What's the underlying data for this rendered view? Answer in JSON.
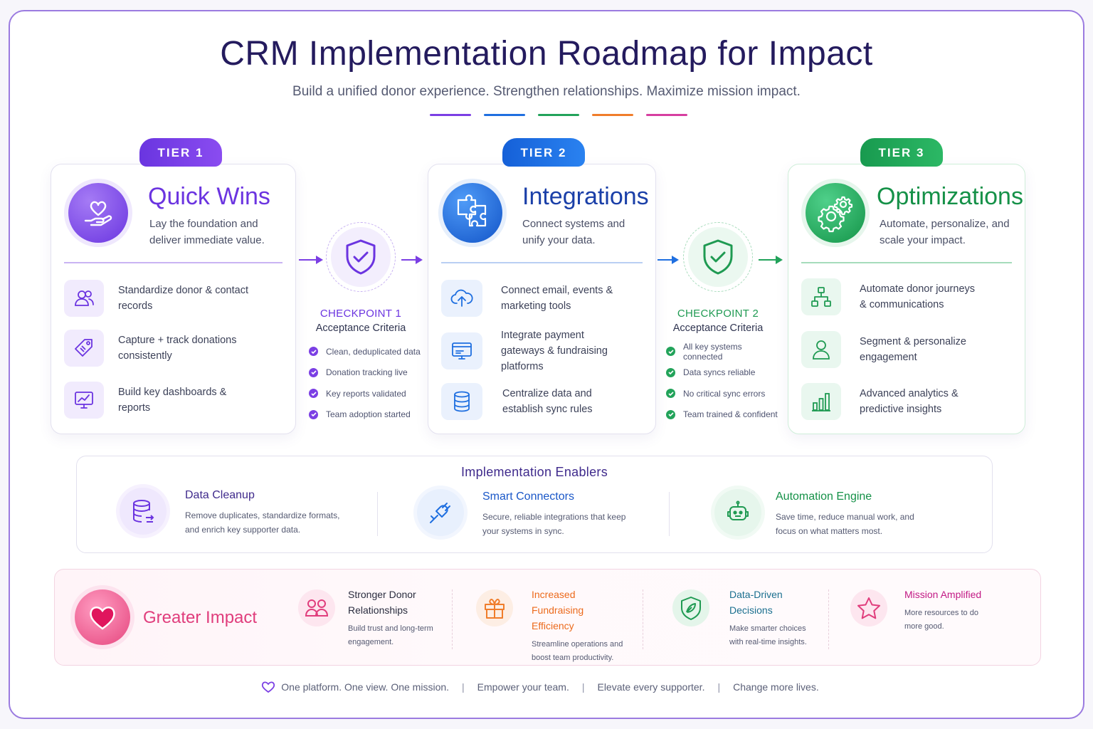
{
  "header": {
    "title": "CRM Implementation Roadmap for Impact",
    "subtitle": "Build a unified donor experience. Strengthen relationships. Maximize mission impact."
  },
  "colors": {
    "purple": "#7b3fe4",
    "blue": "#1f6fe0",
    "green": "#22a35a",
    "orange": "#f07d2b",
    "pink": "#e03d7c",
    "navy": "#241b5e"
  },
  "tiers": [
    {
      "pill": "TIER 1",
      "title": "Quick Wins",
      "desc": "Lay the foundation and deliver immediate value.",
      "icon": "heart-hand-icon",
      "items": [
        {
          "icon": "users-icon",
          "text": "Standardize donor & contact records"
        },
        {
          "icon": "tag-icon",
          "text": "Capture + track donations consistently"
        },
        {
          "icon": "chart-monitor-icon",
          "text": "Build key dashboards & reports"
        }
      ]
    },
    {
      "pill": "TIER 2",
      "title": "Integrations",
      "desc": "Connect systems and unify your data.",
      "icon": "puzzle-icon",
      "items": [
        {
          "icon": "cloud-upload-icon",
          "text": "Connect email, events & marketing tools"
        },
        {
          "icon": "payment-screen-icon",
          "text": "Integrate payment gateways & fundraising platforms"
        },
        {
          "icon": "database-icon",
          "text": "Centralize data and establish sync rules"
        }
      ]
    },
    {
      "pill": "TIER 3",
      "title": "Optimizations",
      "desc": "Automate, personalize, and scale your impact.",
      "icon": "gears-icon",
      "items": [
        {
          "icon": "hierarchy-icon",
          "text": "Automate donor journeys & communications"
        },
        {
          "icon": "person-icon",
          "text": "Segment & personalize engagement"
        },
        {
          "icon": "bar-chart-icon",
          "text": "Advanced analytics & predictive insights"
        }
      ]
    }
  ],
  "checkpoints": [
    {
      "title": "CHECKPOINT 1",
      "subtitle": "Acceptance Criteria",
      "items": [
        "Clean, deduplicated data",
        "Donation tracking live",
        "Key reports validated",
        "Team adoption started"
      ]
    },
    {
      "title": "CHECKPOINT 2",
      "subtitle": "Acceptance Criteria",
      "items": [
        "All key systems connected",
        "Data syncs reliable",
        "No critical sync errors",
        "Team trained & confident"
      ]
    }
  ],
  "enablers": {
    "title": "Implementation Enablers",
    "items": [
      {
        "title": "Data Cleanup",
        "desc": "Remove duplicates, standardize formats, and enrich key supporter data.",
        "icon": "database-refresh-icon"
      },
      {
        "title": "Smart Connectors",
        "desc": "Secure, reliable integrations that keep your systems in sync.",
        "icon": "plug-icon"
      },
      {
        "title": "Automation Engine",
        "desc": "Save time, reduce manual work, and focus on what matters most.",
        "icon": "robot-icon"
      }
    ]
  },
  "impact": {
    "title": "Greater Impact",
    "items": [
      {
        "title": "Stronger Donor Relationships",
        "desc": "Build trust and long-term engagement.",
        "icon": "people-icon"
      },
      {
        "title": "Increased Fundraising Efficiency",
        "desc": "Streamline operations and boost team productivity.",
        "icon": "gift-icon"
      },
      {
        "title": "Data-Driven Decisions",
        "desc": "Make smarter choices with real-time insights.",
        "icon": "shield-leaf-icon"
      },
      {
        "title": "Mission Amplified",
        "desc": "More resources to do more good.",
        "icon": "star-icon"
      }
    ]
  },
  "footer": {
    "items": [
      "One platform. One view. One mission.",
      "Empower your team.",
      "Elevate every supporter.",
      "Change more lives."
    ],
    "separator": "|"
  }
}
